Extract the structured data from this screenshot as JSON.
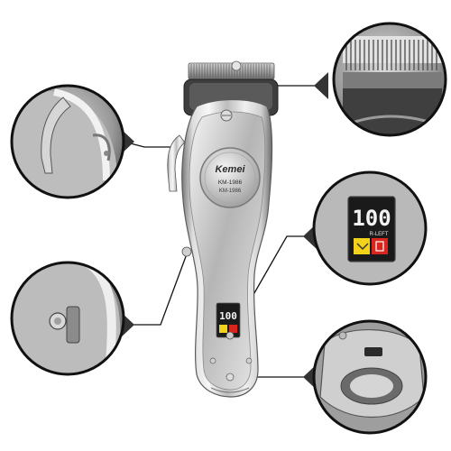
{
  "product": {
    "brand": "Kemei",
    "model_primary": "KM-1986",
    "model_secondary": "KM-1986",
    "display_digits": "100",
    "display_indicator": "R-LEFT"
  },
  "palette": {
    "metal_light": "#eeeeee",
    "metal_mid": "#b9b9b9",
    "metal_dark": "#5e5e5e",
    "blade": "#8c8c8c",
    "lcd_background": "#1a1a1a",
    "lcd_digits": "#f2f2f2",
    "lcd_yellow": "#f2d21a",
    "lcd_red": "#d8251e",
    "callout_fill": "#3a3a3a",
    "leader_line": "#111111"
  },
  "callouts": [
    {
      "name": "callout-blade-detail",
      "icon": "blade-teeth-icon"
    },
    {
      "name": "callout-lever-detail",
      "icon": "taper-lever-icon"
    },
    {
      "name": "callout-display-detail",
      "icon": "lcd-display-icon"
    },
    {
      "name": "callout-switch-detail",
      "icon": "power-switch-icon"
    },
    {
      "name": "callout-base-detail",
      "icon": "charging-base-icon"
    }
  ]
}
